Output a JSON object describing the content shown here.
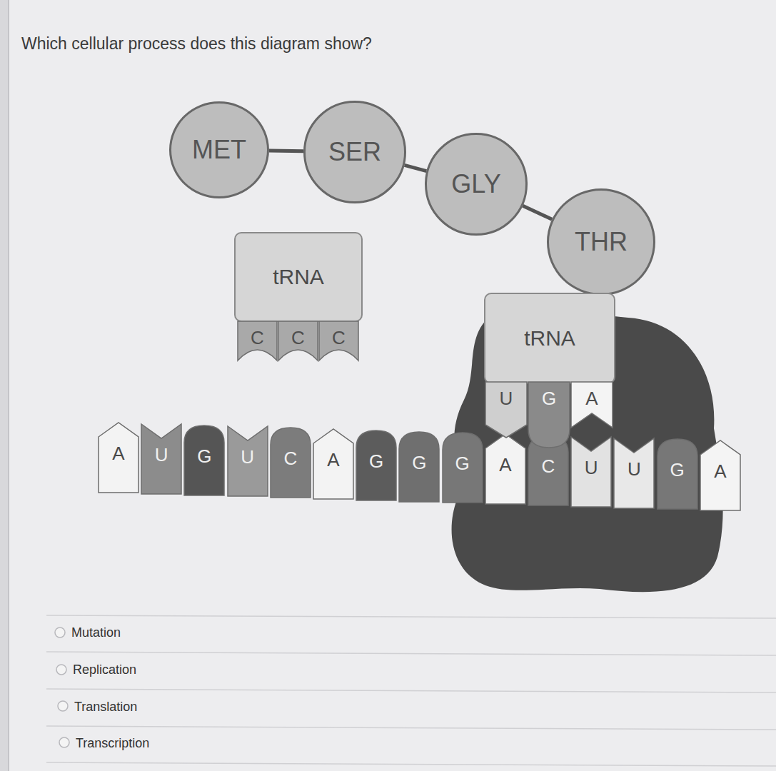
{
  "diagram": {
    "title": "Which cellular process does this diagram show?",
    "nodes": [
      {
        "text": [
          "MET"
        ]
      },
      {
        "text": [
          "SER"
        ]
      },
      {
        "text": [
          "GLY"
        ]
      },
      {
        "text": [
          "THR"
        ]
      },
      {
        "text": [
          "tRNA"
        ]
      },
      {
        "text": [
          "C"
        ]
      },
      {
        "text": [
          "C"
        ]
      },
      {
        "text": [
          "C"
        ]
      },
      {
        "text": [
          "tRNA"
        ]
      },
      {
        "text": [
          "U"
        ]
      },
      {
        "text": [
          "G"
        ]
      },
      {
        "text": [
          "A"
        ]
      },
      {
        "text": [
          "A"
        ]
      },
      {
        "text": [
          "U"
        ]
      },
      {
        "text": [
          "G"
        ]
      },
      {
        "text": [
          "U"
        ]
      },
      {
        "text": [
          "C"
        ]
      },
      {
        "text": [
          "A"
        ]
      },
      {
        "text": [
          "G"
        ]
      },
      {
        "text": [
          "G"
        ]
      },
      {
        "text": [
          "G"
        ]
      },
      {
        "text": [
          "A"
        ]
      },
      {
        "text": [
          "C"
        ]
      },
      {
        "text": [
          "U"
        ]
      },
      {
        "text": [
          "U"
        ]
      },
      {
        "text": [
          "G"
        ]
      },
      {
        "text": [
          "A"
        ]
      }
    ],
    "edges": [
      {
        "from": 0,
        "to": 1,
        "arrow": "none"
      },
      {
        "from": 1,
        "to": 2,
        "arrow": "none"
      },
      {
        "from": 2,
        "to": 3,
        "arrow": "none"
      }
    ],
    "labels": [
      "Mutation",
      "Replication",
      "Translation",
      "Transcription"
    ]
  }
}
